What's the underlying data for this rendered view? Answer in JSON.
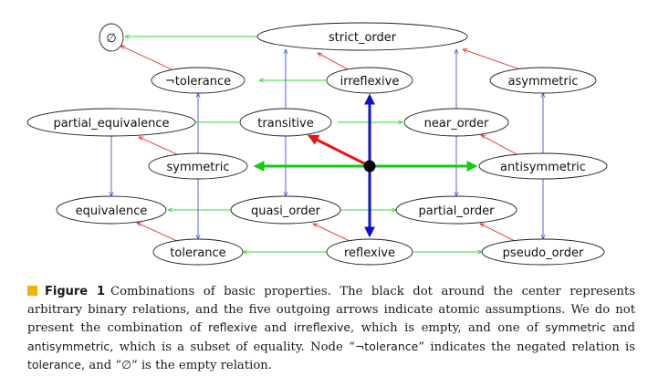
{
  "nodes": {
    "emptyset": "∅",
    "strict_order": "strict_order",
    "not_tolerance": "¬tolerance",
    "irreflexive": "irreflexive",
    "asymmetric": "asymmetric",
    "partial_equivalence": "partial_equivalence",
    "transitive": "transitive",
    "near_order": "near_order",
    "symmetric": "symmetric",
    "antisymmetric": "antisymmetric",
    "equivalence": "equivalence",
    "quasi_order": "quasi_order",
    "partial_order": "partial_order",
    "tolerance": "tolerance",
    "reflexive": "reflexive",
    "pseudo_order": "pseudo_order"
  },
  "colors": {
    "green": "#33dd33",
    "red": "#ee2222",
    "blue": "#4455dd",
    "bold_green": "#11cc11",
    "bold_red": "#ee1111",
    "bold_blue": "#1111cc",
    "marker": "#f2b200"
  },
  "caption": {
    "figure_label": "Figure 1",
    "t1": "Combinations of basic properties. The black dot around the center represents arbitrary binary relations, and the five outgoing arrows indicate atomic assumptions. We do not present the combination of ",
    "w_reflexive": "reflexive",
    "t2": " and ",
    "w_irreflexive": "irreflexive",
    "t3": ", which is empty, and one of ",
    "w_symmetric": "symmetric",
    "t4": " and ",
    "w_antisymmetric": "antisymmetric",
    "t5": ", which is a subset of equality. Node “",
    "w_not_tolerance": "¬tolerance",
    "t6": "” indicates the negated relation is ",
    "w_tolerance": "tolerance",
    "t7": ", and “",
    "w_empty": "∅",
    "t8": "” is the empty relation."
  }
}
